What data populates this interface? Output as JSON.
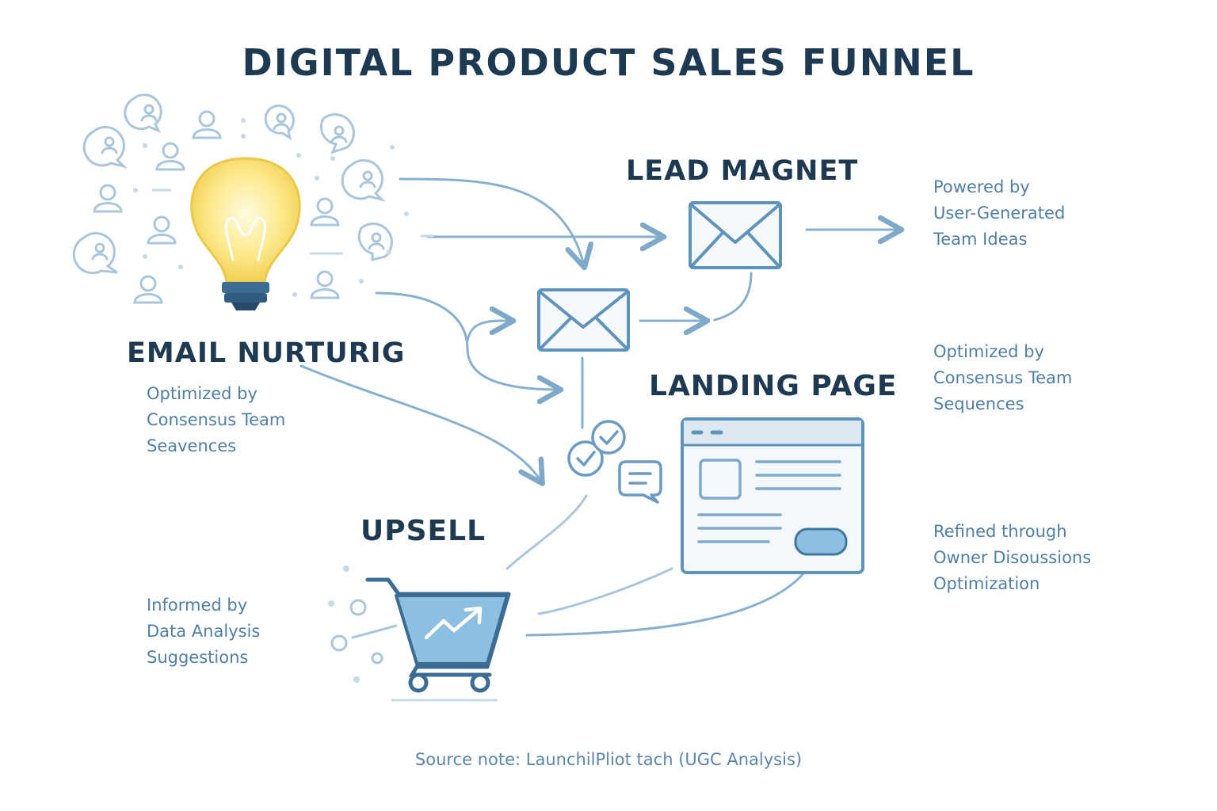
{
  "title": "DIGITAL PRODUCT SALES FUNNEL",
  "stages": {
    "lead_magnet": "LEAD MAGNET",
    "email_nurturing": "EMAIL NURTURIG",
    "landing_page": "LANDING PAGE",
    "upsell": "UPSELL"
  },
  "notes": {
    "lead_magnet": [
      "Powered by",
      "User-Generated",
      "Team Ideas"
    ],
    "email_nurturing": [
      "Optimized by",
      "Consensus Team",
      "Seavences"
    ],
    "landing_upper": [
      "Optimized by",
      "Consensus Team",
      "Sequences"
    ],
    "landing_lower": [
      "Refined through",
      "Owner Disoussions",
      "Optimization"
    ],
    "upsell": [
      "Informed by",
      "Data Analysis",
      "Suggestions"
    ]
  },
  "source_note": "Source note: LaunchilPliot tach (UGC Analysis)",
  "colors": {
    "heading": "#1d3a52",
    "note_text": "#4f7fa6",
    "stroke": "#5e93bc",
    "light_stroke": "#a9c6dd",
    "bulb": "#f9de6a",
    "cart": "#8dbfe0"
  },
  "icons": [
    "lightbulb-icon",
    "person-icon",
    "chat-bubble-icon",
    "envelope-icon",
    "checkmark-icon",
    "browser-window-icon",
    "shopping-cart-icon",
    "trend-arrow-icon"
  ]
}
